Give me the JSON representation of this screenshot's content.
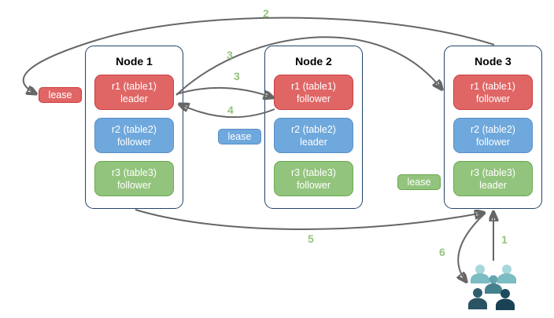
{
  "diagram": {
    "colors": {
      "arrow": "#666666",
      "step_label": "#93c47d",
      "node_border": "#24436b",
      "red_fill": "#e06666",
      "red_border": "#cc3b3b",
      "blue_fill": "#6fa8dc",
      "blue_border": "#5a8fc7",
      "green_fill": "#93c47d",
      "green_border": "#6aa84f"
    },
    "nodes": [
      {
        "title": "Node 1",
        "replicas": [
          {
            "name": "r1 (table1)",
            "role": "leader"
          },
          {
            "name": "r2 (table2)",
            "role": "follower"
          },
          {
            "name": "r3 (table3)",
            "role": "follower"
          }
        ]
      },
      {
        "title": "Node 2",
        "replicas": [
          {
            "name": "r1 (table1)",
            "role": "follower"
          },
          {
            "name": "r2 (table2)",
            "role": "leader"
          },
          {
            "name": "r3 (table3)",
            "role": "follower"
          }
        ]
      },
      {
        "title": "Node 3",
        "replicas": [
          {
            "name": "r1 (table1)",
            "role": "follower"
          },
          {
            "name": "r2 (table2)",
            "role": "follower"
          },
          {
            "name": "r3 (table3)",
            "role": "leader"
          }
        ]
      }
    ],
    "leases": [
      {
        "label": "lease",
        "color": "#e06666"
      },
      {
        "label": "lease",
        "color": "#6fa8dc"
      },
      {
        "label": "lease",
        "color": "#93c47d"
      }
    ],
    "steps": [
      {
        "label": "1"
      },
      {
        "label": "2"
      },
      {
        "label": "3"
      },
      {
        "label": "3"
      },
      {
        "label": "4"
      },
      {
        "label": "5"
      },
      {
        "label": "6"
      }
    ],
    "clients_icon": "people-group-icon",
    "clients_icon_colors": [
      "#a6d7da",
      "#7cbcc3",
      "#64a4ad",
      "#45808d",
      "#305d6e",
      "#2a5363",
      "#1e4a5f",
      "#1a4254"
    ]
  }
}
